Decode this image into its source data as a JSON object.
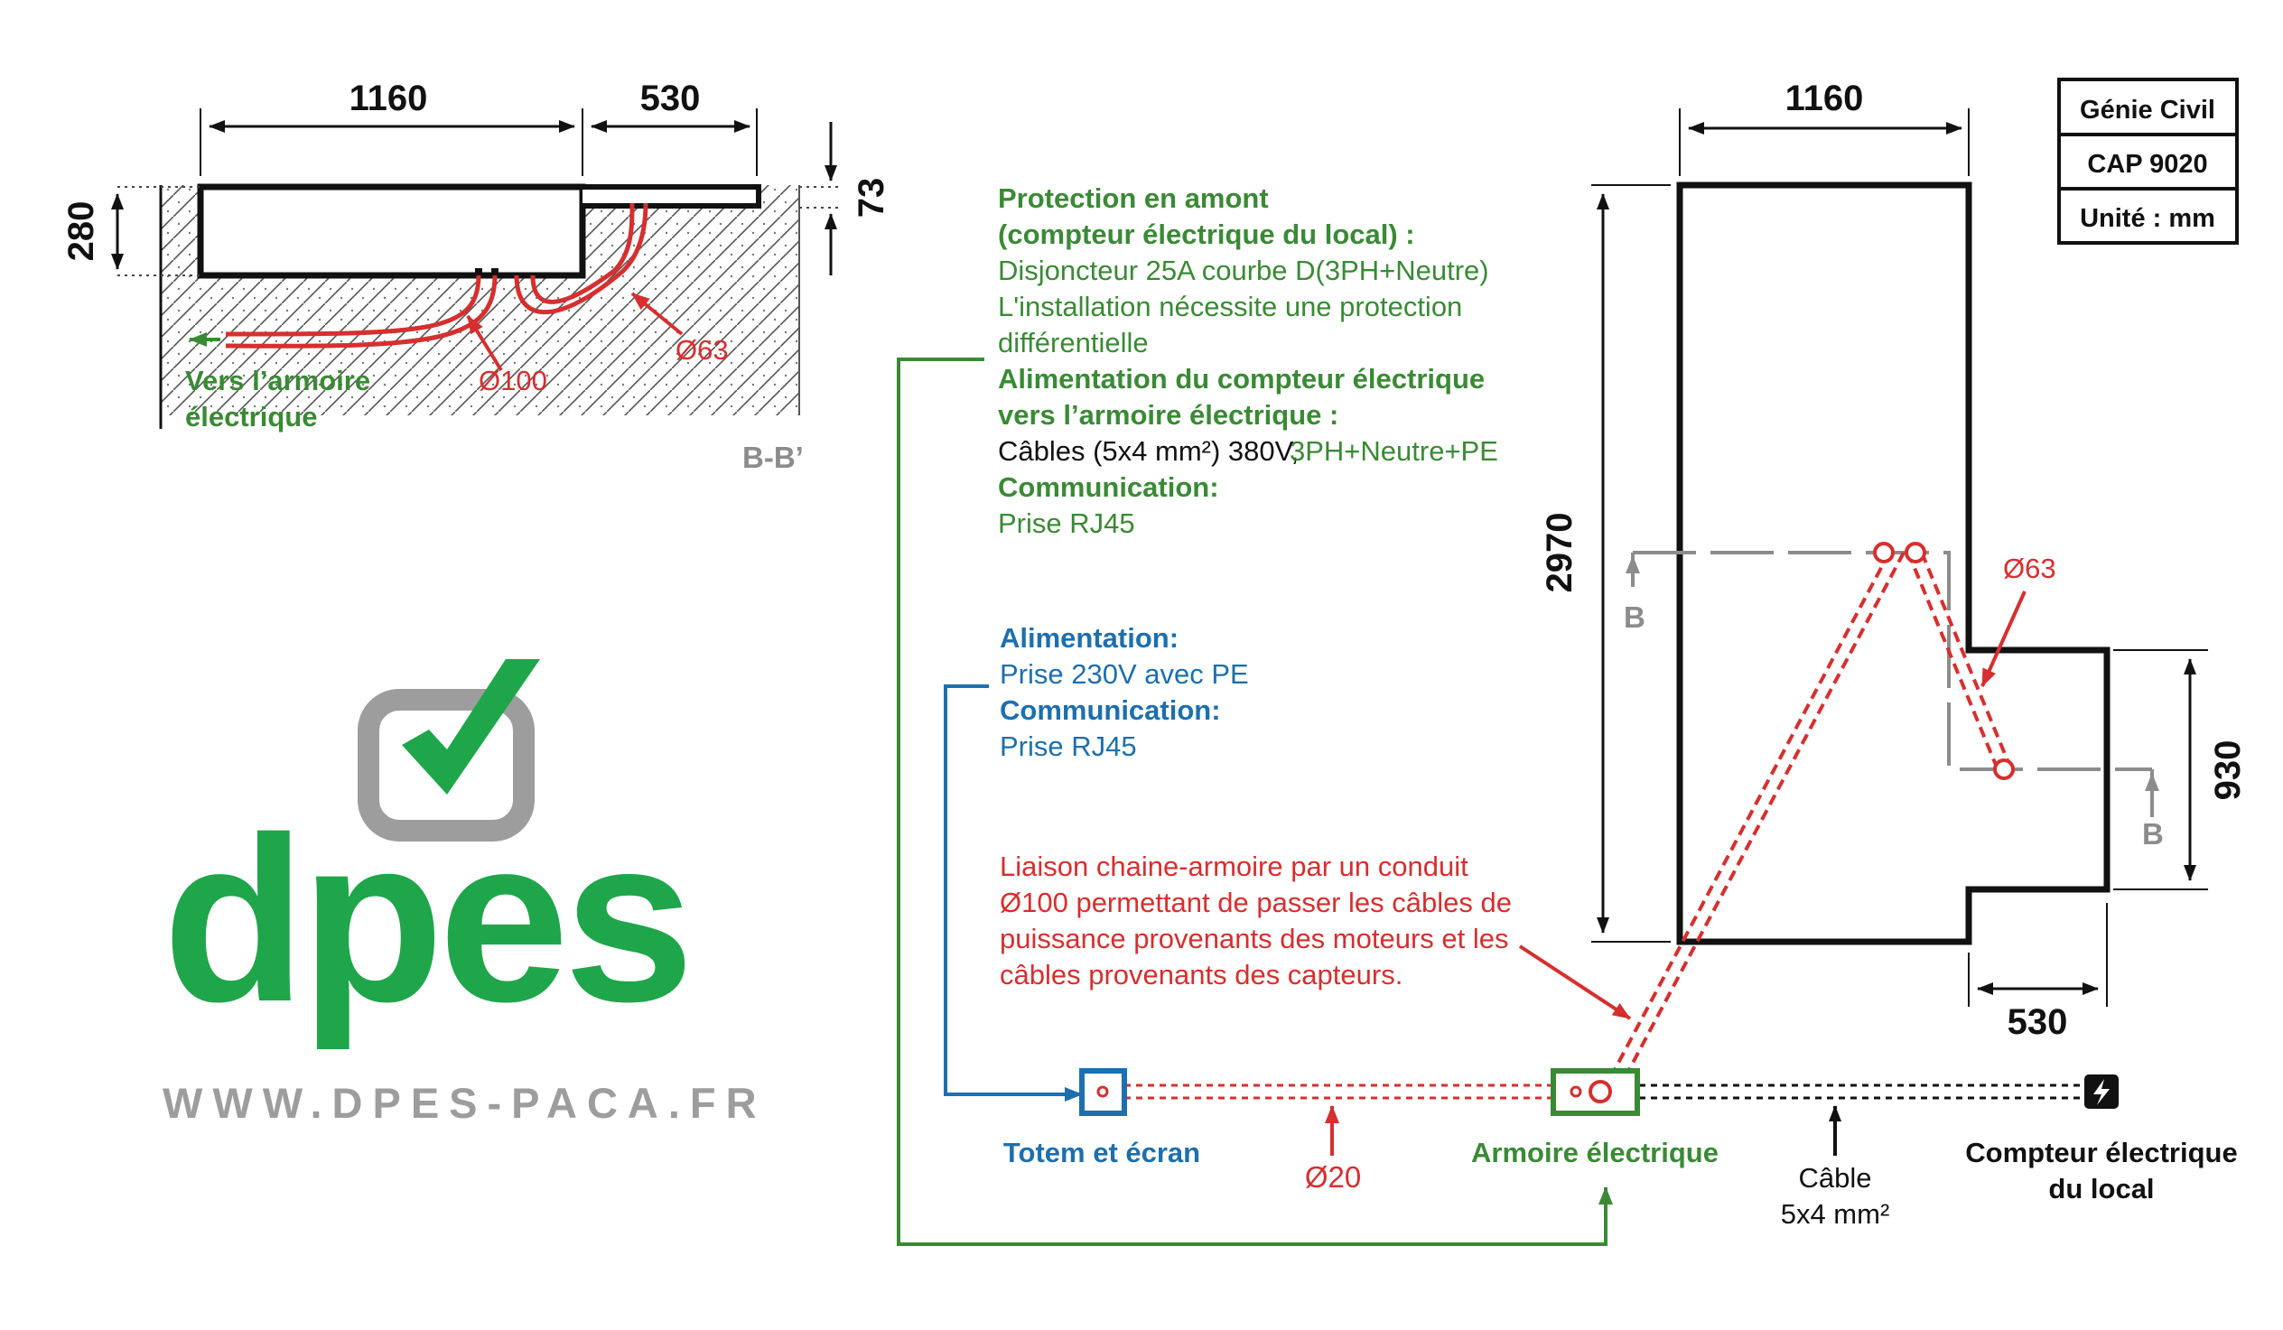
{
  "section_view": {
    "dim_width_main": "1160",
    "dim_width_side": "530",
    "dim_depth": "280",
    "dim_step": "73",
    "pipe_large": "Ø100",
    "pipe_small": "Ø63",
    "arrow_label_line1": "Vers l’armoire",
    "arrow_label_line2": "électrique",
    "section_name": "B-B’"
  },
  "plan_view": {
    "dim_top": "1160",
    "dim_height": "2970",
    "dim_right": "930",
    "dim_bottom": "530",
    "pipe_label": "Ø63",
    "section_mark": "B"
  },
  "title_block": {
    "line1": "Génie Civil",
    "line2": "CAP 9020",
    "line3": "Unité : mm"
  },
  "notes_green": {
    "heading1_line1": "Protection en amont",
    "heading1_line2": "(compteur électrique du local) :",
    "text1": "Disjoncteur 25A courbe D(3PH+Neutre)",
    "text2": "L'installation nécessite une protection",
    "text3": "différentielle",
    "heading2_line1": "Alimentation du compteur électrique",
    "heading2_line2": "vers l’armoire électrique :",
    "cable_black": "Câbles (5x4 mm²) 380V,",
    "cable_green": "3PH+Neutre+PE",
    "heading3": "Communication:",
    "text4": "Prise RJ45"
  },
  "notes_blue": {
    "heading1": "Alimentation:",
    "text1": "Prise 230V avec PE",
    "heading2": "Communication:",
    "text2": "Prise RJ45"
  },
  "notes_red": {
    "line1": "Liaison chaine-armoire par un conduit",
    "line2": "Ø100 permettant de passer les câbles de",
    "line3": "puissance provenants des moteurs et les",
    "line4": "câbles provenants des capteurs."
  },
  "bottom_labels": {
    "totem": "Totem et écran",
    "conduit": "Ø20",
    "armoire": "Armoire électrique",
    "cable_line1": "Câble",
    "cable_line2": "5x4 mm²",
    "compteur_line1": "Compteur électrique",
    "compteur_line2": "du local"
  },
  "logo": {
    "wordmark": "dpes",
    "url": "WWW.DPES-PACA.FR"
  },
  "colors": {
    "green": "#3a8a35",
    "blue": "#1d6fae",
    "red": "#d62f2f",
    "grey": "#8c8c8c",
    "logo_green": "#1fa64a",
    "logo_grey": "#9d9d9d"
  }
}
